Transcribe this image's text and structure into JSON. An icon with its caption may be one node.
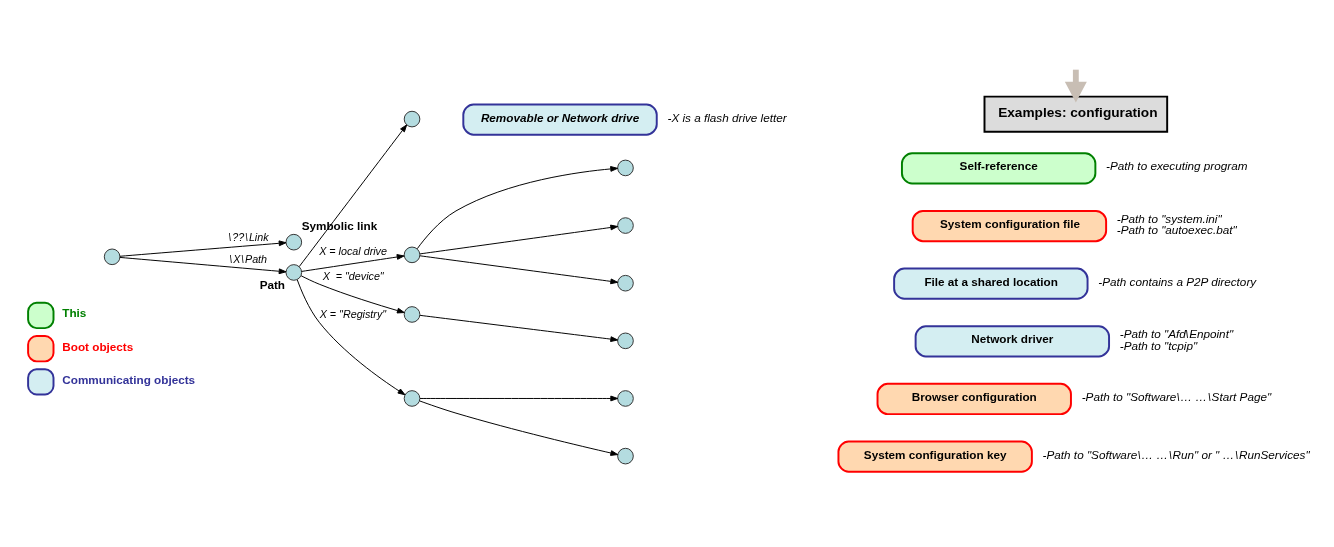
{
  "diagram": {
    "nodes": [
      {
        "text": [],
        "shape": "circle"
      },
      {
        "text": [],
        "shape": "circle",
        "beside": [
          "Symbolic link"
        ]
      },
      {
        "text": [],
        "shape": "circle",
        "beside": [
          "Path"
        ]
      },
      {
        "text": [],
        "shape": "circle"
      },
      {
        "text": [],
        "shape": "circle"
      },
      {
        "text": [],
        "shape": "circle"
      },
      {
        "text": [],
        "shape": "circle"
      },
      {
        "text": [],
        "shape": "circle"
      },
      {
        "text": [],
        "shape": "circle"
      },
      {
        "text": [],
        "shape": "circle"
      },
      {
        "text": [],
        "shape": "circle"
      },
      {
        "text": [],
        "shape": "circle"
      },
      {
        "text": [],
        "shape": "circle"
      },
      {
        "text": [
          "Examples: configuration"
        ]
      },
      {
        "text": [
          "Removable or Network drive"
        ],
        "beside": [
          "-X is a flash drive letter"
        ]
      },
      {
        "text": [
          "Self-reference"
        ],
        "beside": [
          "-Path to executing program"
        ]
      },
      {
        "text": [
          "System configuration file"
        ],
        "beside": [
          "-Path to \"system.ini\"",
          "-Path to \"autoexec.bat\""
        ]
      },
      {
        "text": [
          "File at a shared location"
        ],
        "beside": [
          "-Path contains a P2P directory"
        ]
      },
      {
        "text": [
          "Network driver"
        ],
        "beside": [
          "-Path to \"Afd\\Enpoint\"",
          "-Path to \"tcpip\""
        ]
      },
      {
        "text": [
          "Browser configuration"
        ],
        "beside": [
          "-Path to \"Software\\… …\\Start Page\""
        ]
      },
      {
        "text": [
          "System configuration key"
        ],
        "beside": [
          "-Path to \"Software\\… …\\Run\" or \" …\\RunServices\""
        ]
      }
    ],
    "edges": [
      {
        "from": 0,
        "to": 1,
        "arrow": "to",
        "label": "\\??\\Link"
      },
      {
        "from": 0,
        "to": 2,
        "arrow": "to",
        "label": "\\X\\Path"
      },
      {
        "from": 2,
        "to": 3,
        "arrow": "to"
      },
      {
        "from": 2,
        "to": 4,
        "arrow": "to",
        "label": "X = local drive"
      },
      {
        "from": 2,
        "to": 5,
        "arrow": "to",
        "label": "X  = \"device\""
      },
      {
        "from": 2,
        "to": 6,
        "arrow": "to",
        "label": "X = \"Registry\""
      },
      {
        "from": 4,
        "to": 7,
        "arrow": "to"
      },
      {
        "from": 4,
        "to": 8,
        "arrow": "to"
      },
      {
        "from": 4,
        "to": 9,
        "arrow": "to"
      },
      {
        "from": 5,
        "to": 10,
        "arrow": "to"
      },
      {
        "from": 6,
        "to": 11,
        "arrow": "to"
      },
      {
        "from": 6,
        "to": 12,
        "arrow": "to"
      },
      {
        "from": null,
        "to": 13,
        "arrow": "to",
        "style": "thick",
        "color": "#c8beb4"
      }
    ],
    "legend": [
      {
        "text": "This",
        "color": "#ccffcc"
      },
      {
        "text": "Boot objects",
        "color": "#ffd8b0"
      },
      {
        "text": "Communicating objects",
        "color": "#d4eef2"
      }
    ]
  }
}
